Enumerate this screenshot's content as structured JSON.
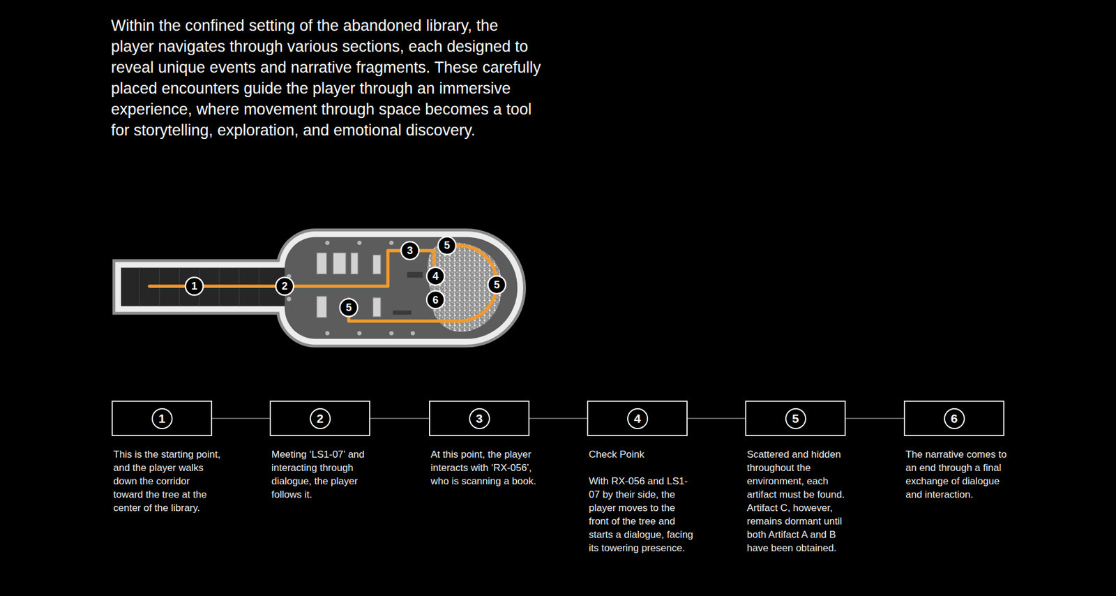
{
  "diagram": {
    "nodes": [
      {
        "text": [
          "1",
          "This is the starting point, and the player walks down the corridor toward the tree at the center of the library."
        ]
      },
      {
        "text": [
          "2",
          "Meeting ‘LS1-07’ and interacting through dialogue, the player follows it."
        ]
      },
      {
        "text": [
          "3",
          "At this point, the player interacts with ‘RX-056’, who is scanning a book."
        ]
      },
      {
        "text": [
          "4",
          "Check Poink",
          "With RX-056 and LS1-07 by their side, the player moves to the front of the tree and starts a dialogue, facing its towering presence."
        ]
      },
      {
        "text": [
          "5",
          "Scattered and hidden throughout the environment, each artifact must be found. Artifact C, however, remains dormant until both Artifact A and B have been obtained."
        ]
      },
      {
        "text": [
          "6",
          "The narrative comes to an end through a final exchange of dialogue and interaction."
        ]
      }
    ],
    "edges": [
      {
        "from": 0,
        "to": 1,
        "arrow": "none"
      },
      {
        "from": 1,
        "to": 2,
        "arrow": "none"
      },
      {
        "from": 2,
        "to": 3,
        "arrow": "none"
      },
      {
        "from": 3,
        "to": 4,
        "arrow": "none"
      },
      {
        "from": 4,
        "to": 5,
        "arrow": "none"
      }
    ],
    "labels": [
      "Within the confined setting of the abandoned library, the player navigates through various sections, each designed to reveal unique events and narrative fragments. These carefully placed encounters guide the player through an immersive experience, where movement through space becomes a tool for storytelling, exploration, and emotional discovery.",
      "1",
      "2",
      "3",
      "5",
      "4",
      "5",
      "6",
      "5"
    ]
  }
}
